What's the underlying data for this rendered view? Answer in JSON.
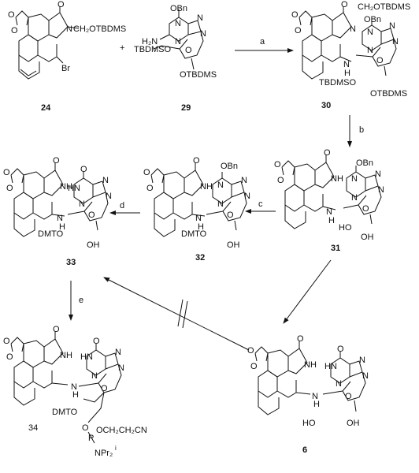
{
  "compounds": {
    "c24": {
      "number": "24",
      "labels": [
        "O",
        "O",
        "O",
        "N",
        "CH₂OTBDMS",
        "Br"
      ]
    },
    "c29": {
      "number": "29",
      "labels": [
        "OBn",
        "N",
        "N",
        "N",
        "N",
        "H₂N",
        "TBDMSO",
        "O",
        "OTBDMS"
      ]
    },
    "c30": {
      "number": "30",
      "labels": [
        "O",
        "O",
        "O",
        "N",
        "CH₂OTBDMS",
        "OBn",
        "N",
        "N",
        "N",
        "N",
        "H",
        "N",
        "TBDMSO",
        "O",
        "OTBDMS"
      ]
    },
    "c31": {
      "number": "31",
      "labels": [
        "O",
        "O",
        "O",
        "NH",
        "OBn",
        "N",
        "N",
        "N",
        "N",
        "H",
        "N",
        "HO",
        "O",
        "OH"
      ]
    },
    "c32": {
      "number": "32",
      "labels": [
        "O",
        "O",
        "O",
        "NH",
        "OBn",
        "N",
        "N",
        "N",
        "N",
        "H",
        "N",
        "DMTO",
        "O",
        "OH"
      ]
    },
    "c33": {
      "number": "33",
      "labels": [
        "O",
        "O",
        "O",
        "NH",
        "O",
        "HN",
        "N",
        "N",
        "N",
        "H",
        "N",
        "DMTO",
        "O",
        "OH"
      ]
    },
    "c6": {
      "number": "6",
      "labels": [
        "O",
        "O",
        "O",
        "NH",
        "O",
        "HN",
        "N",
        "N",
        "N",
        "H",
        "N",
        "HO",
        "O",
        "OH"
      ]
    },
    "c34": {
      "number": "34",
      "labels": [
        "O",
        "O",
        "O",
        "NH",
        "O",
        "HN",
        "N",
        "N",
        "N",
        "H",
        "N",
        "DMTO",
        "O",
        "O",
        "P",
        "OCH₂CH₂CN",
        "NPr₂",
        "i"
      ]
    }
  },
  "reagents": {
    "plus": "+"
  },
  "steps": {
    "a": "a",
    "b": "b",
    "c": "c",
    "d": "d",
    "e": "e"
  }
}
